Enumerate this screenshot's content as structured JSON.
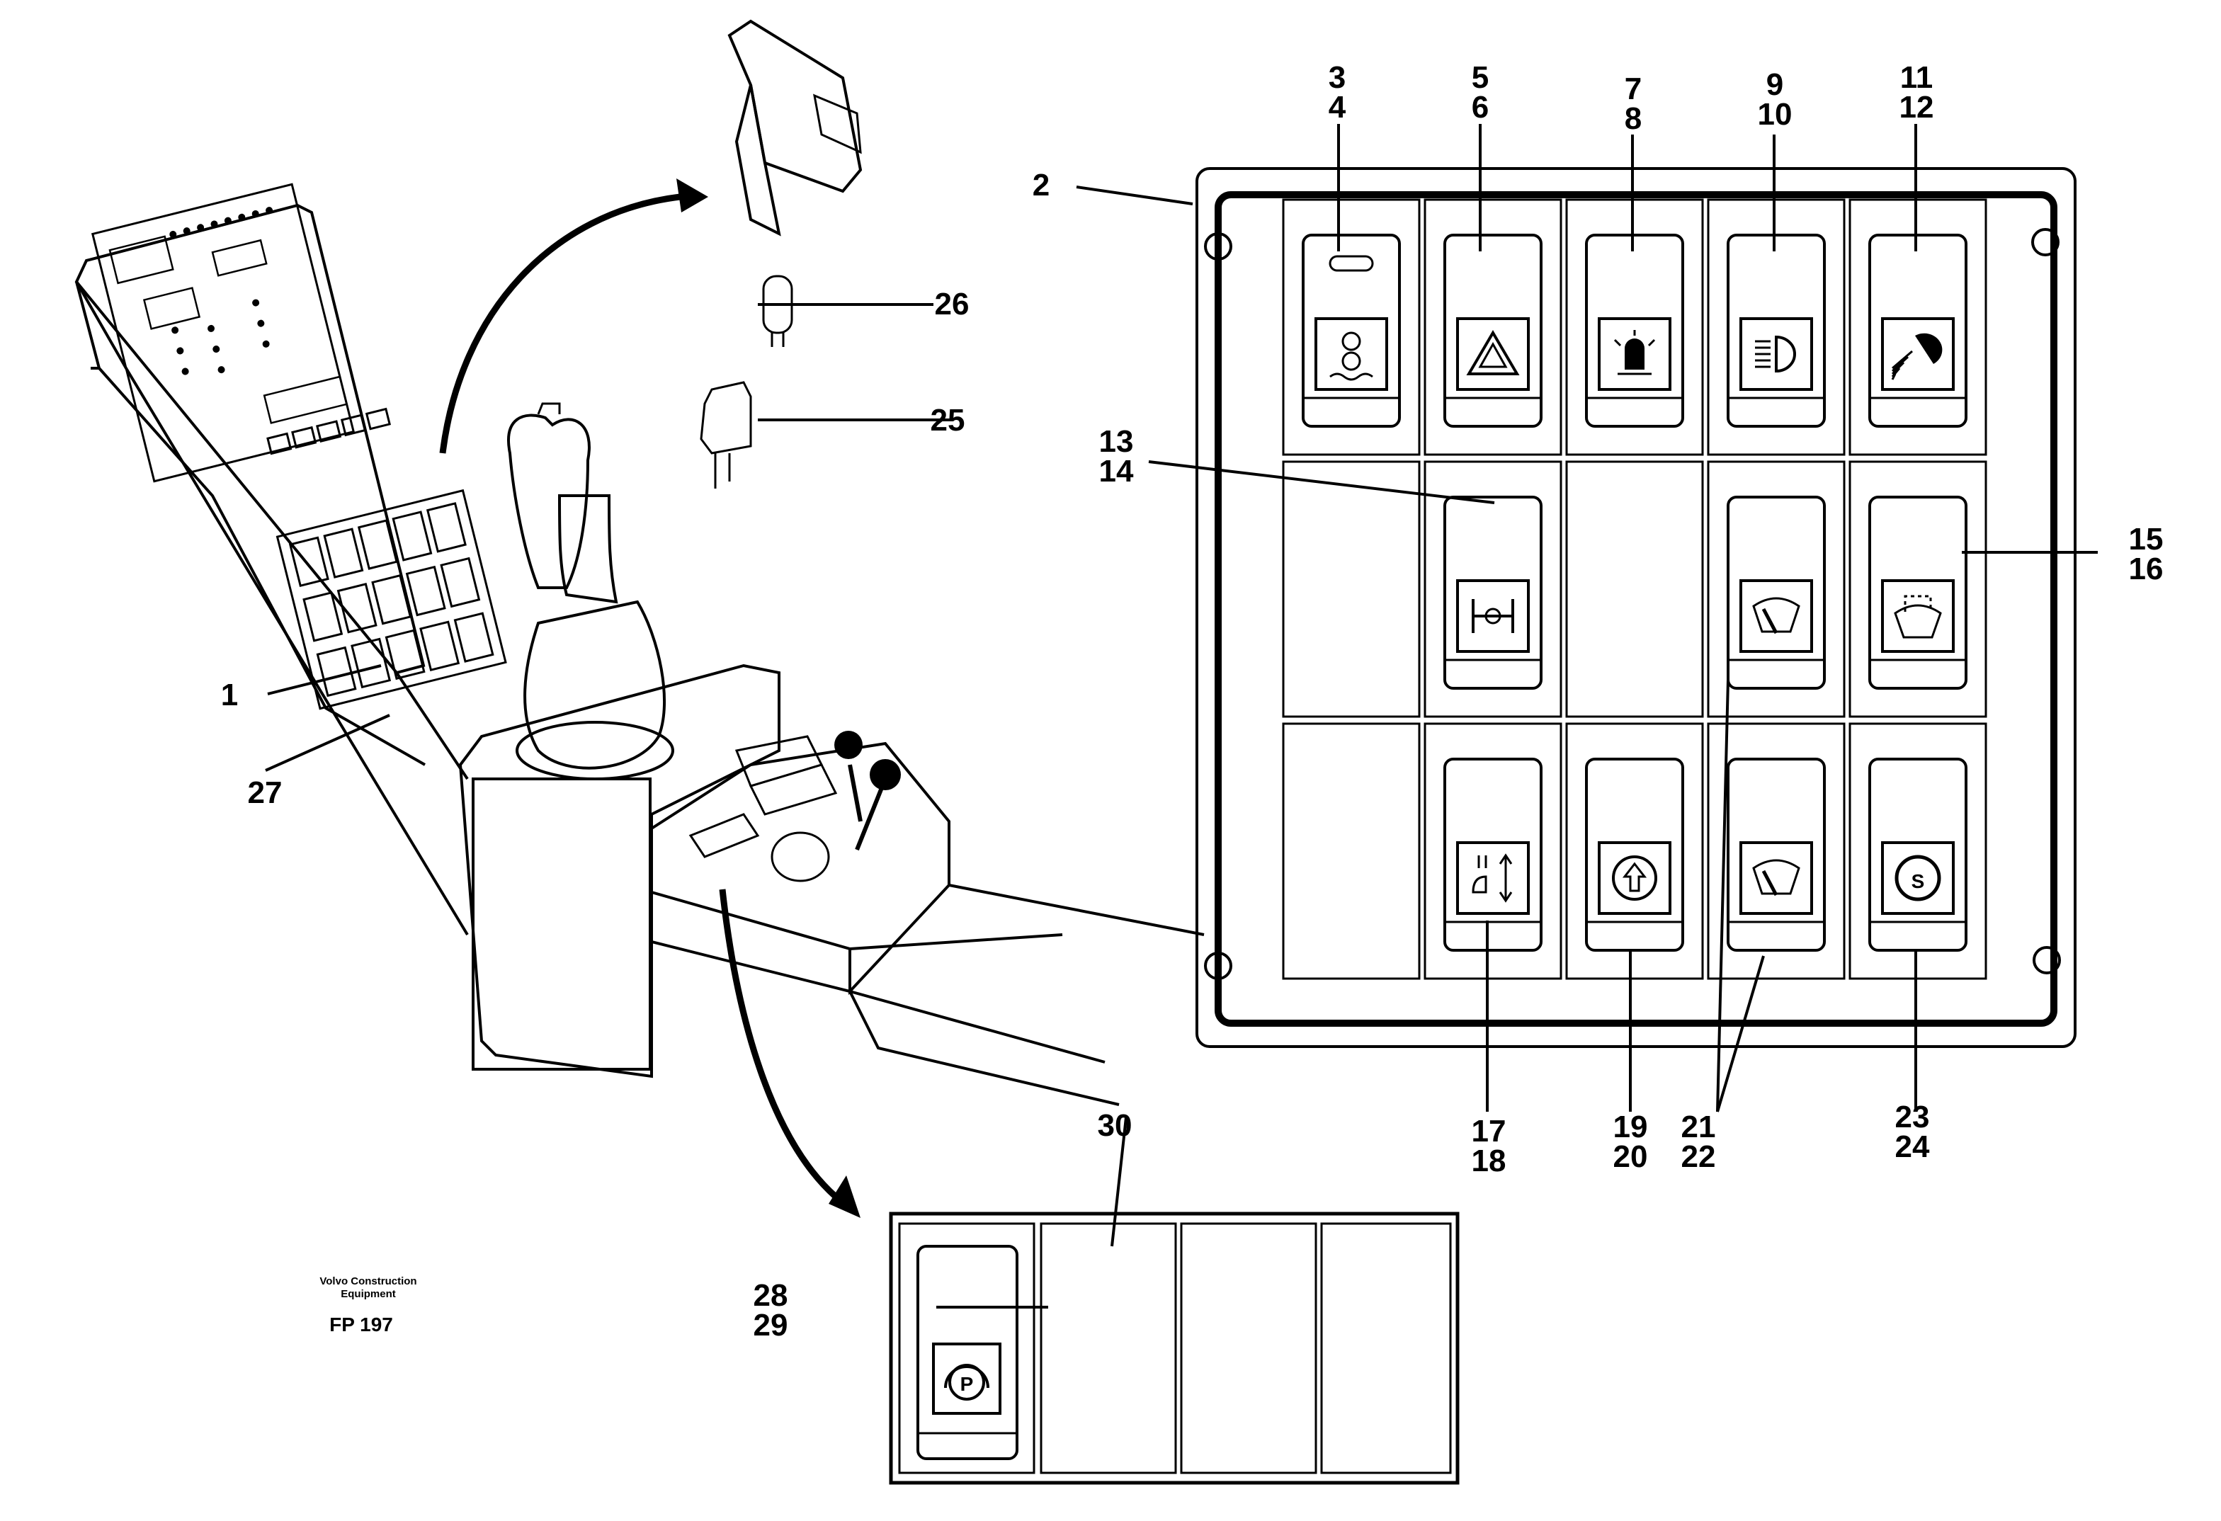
{
  "figure": {
    "publisher_line1": "Volvo Construction",
    "publisher_line2": "Equipment",
    "code": "FP 197"
  },
  "callouts": {
    "c1": "1",
    "c2": "2",
    "c3": "3",
    "c4": "4",
    "c5": "5",
    "c6": "6",
    "c7": "7",
    "c8": "8",
    "c9": "9",
    "c10": "10",
    "c11": "11",
    "c12": "12",
    "c13": "13",
    "c14": "14",
    "c15": "15",
    "c16": "16",
    "c17": "17",
    "c18": "18",
    "c19": "19",
    "c20": "20",
    "c21": "21",
    "c22": "22",
    "c23": "23",
    "c24": "24",
    "c25": "25",
    "c26": "26",
    "c27": "27",
    "c28": "28",
    "c29": "29",
    "c30": "30"
  },
  "icons": {
    "r1c1": "rotating-drum-icon",
    "r1c2": "hazard-warning-icon",
    "r1c3": "rotating-beacon-icon",
    "r1c4": "headlight-icon",
    "r1c5": "work-light-icon",
    "r2c2": "differential-lock-icon",
    "r2c4": "front-wiper-icon",
    "r2c5": "rear-washer-icon",
    "r3c2": "boom-float-icon",
    "r3c3": "arrow-up-icon",
    "r3c4": "rear-wiper-icon",
    "r3c5": "service-brake-icon",
    "parking": "parking-brake-icon"
  }
}
